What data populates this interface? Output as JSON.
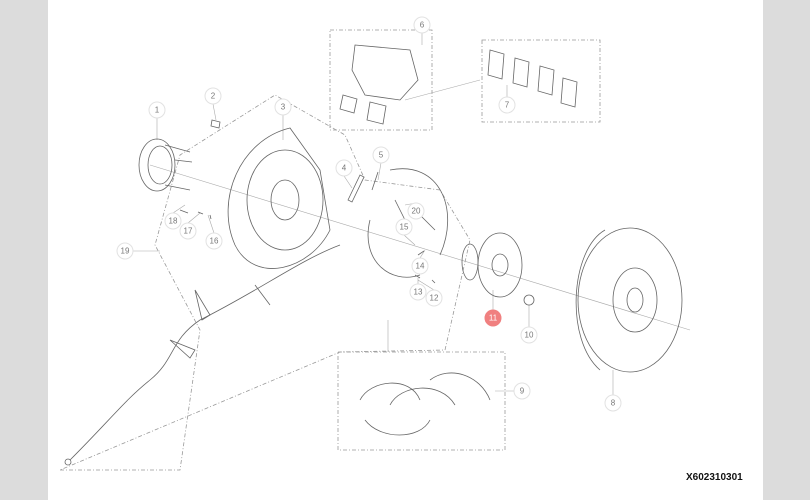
{
  "diagram": {
    "code": "X602310301",
    "active_color": "#f08080",
    "callouts": [
      "1",
      "2",
      "3",
      "4",
      "5",
      "6",
      "7",
      "8",
      "9",
      "10",
      "11",
      "12",
      "13",
      "14",
      "15",
      "16",
      "17",
      "18",
      "19",
      "20"
    ],
    "active_callout": "11"
  }
}
